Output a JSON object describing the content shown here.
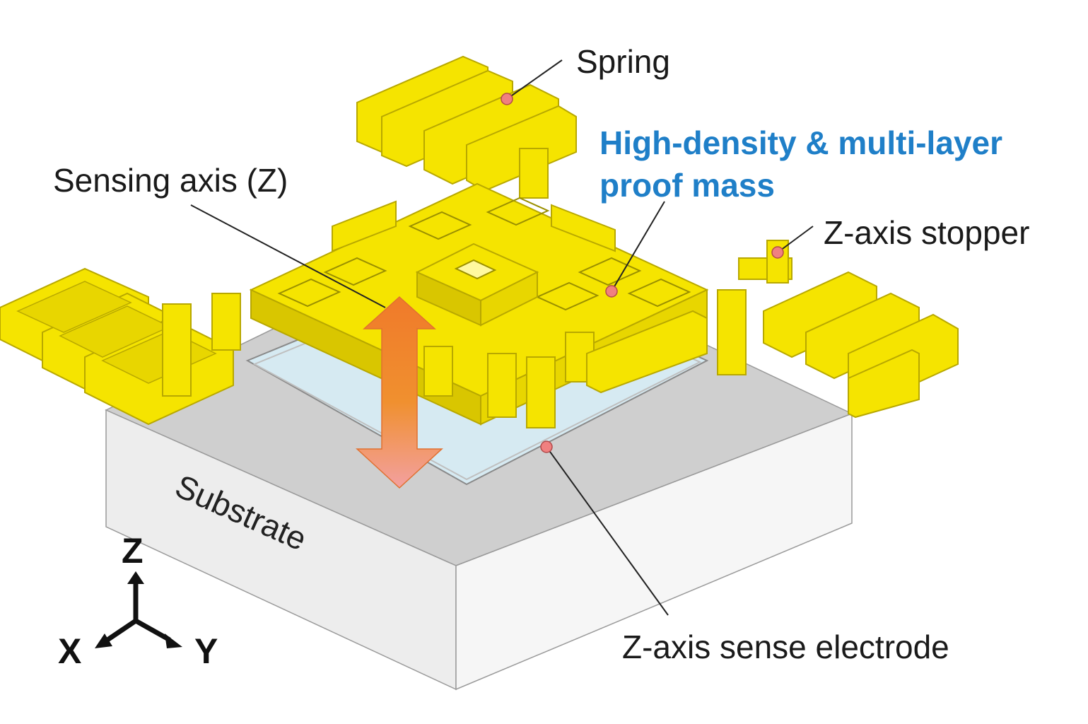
{
  "labels": {
    "spring": "Spring",
    "proof_mass_line1": "High-density & multi-layer",
    "proof_mass_line2": "proof mass",
    "sensing_axis": "Sensing axis (Z)",
    "z_axis_stopper": "Z-axis stopper",
    "substrate": "Substrate",
    "z_axis_sense_electrode": "Z-axis sense electrode"
  },
  "axes": {
    "z": "Z",
    "x": "X",
    "y": "Y"
  },
  "colors": {
    "gold": "#f5e400",
    "gold_dark": "#d9c600",
    "gold_outline": "#b8a800",
    "substrate_top": "#cfcfcf",
    "substrate_side_left": "#ededed",
    "substrate_side_right": "#f6f6f6",
    "electrode": "#d6eaf2",
    "arrow_top": "#f07a2a",
    "arrow_bottom": "#f3a0a0",
    "blue_text": "#1f7fc8",
    "marker": "#f08080"
  }
}
